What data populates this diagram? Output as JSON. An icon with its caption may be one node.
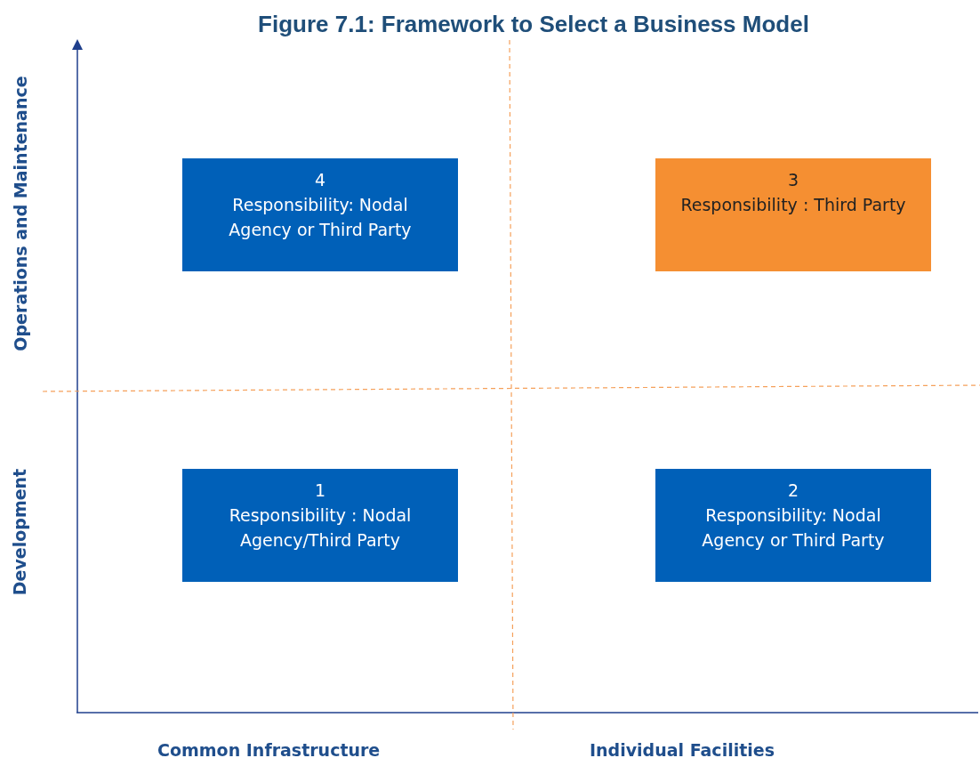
{
  "diagram": {
    "title": "Figure 7.1: Framework to Select a Business Model",
    "nodes": [
      {
        "text": [
          "4",
          "Responsibility: Nodal Agency or Third Party"
        ]
      },
      {
        "text": [
          "3",
          "Responsibility : Third Party"
        ]
      },
      {
        "text": [
          "1",
          "Responsibility : Nodal Agency/Third Party"
        ]
      },
      {
        "text": [
          "2",
          "Responsibility: Nodal Agency or Third Party"
        ]
      }
    ],
    "labels": [
      "Operations and Maintenance",
      "Development",
      "Common Infrastructure",
      "Individual Facilities"
    ]
  }
}
